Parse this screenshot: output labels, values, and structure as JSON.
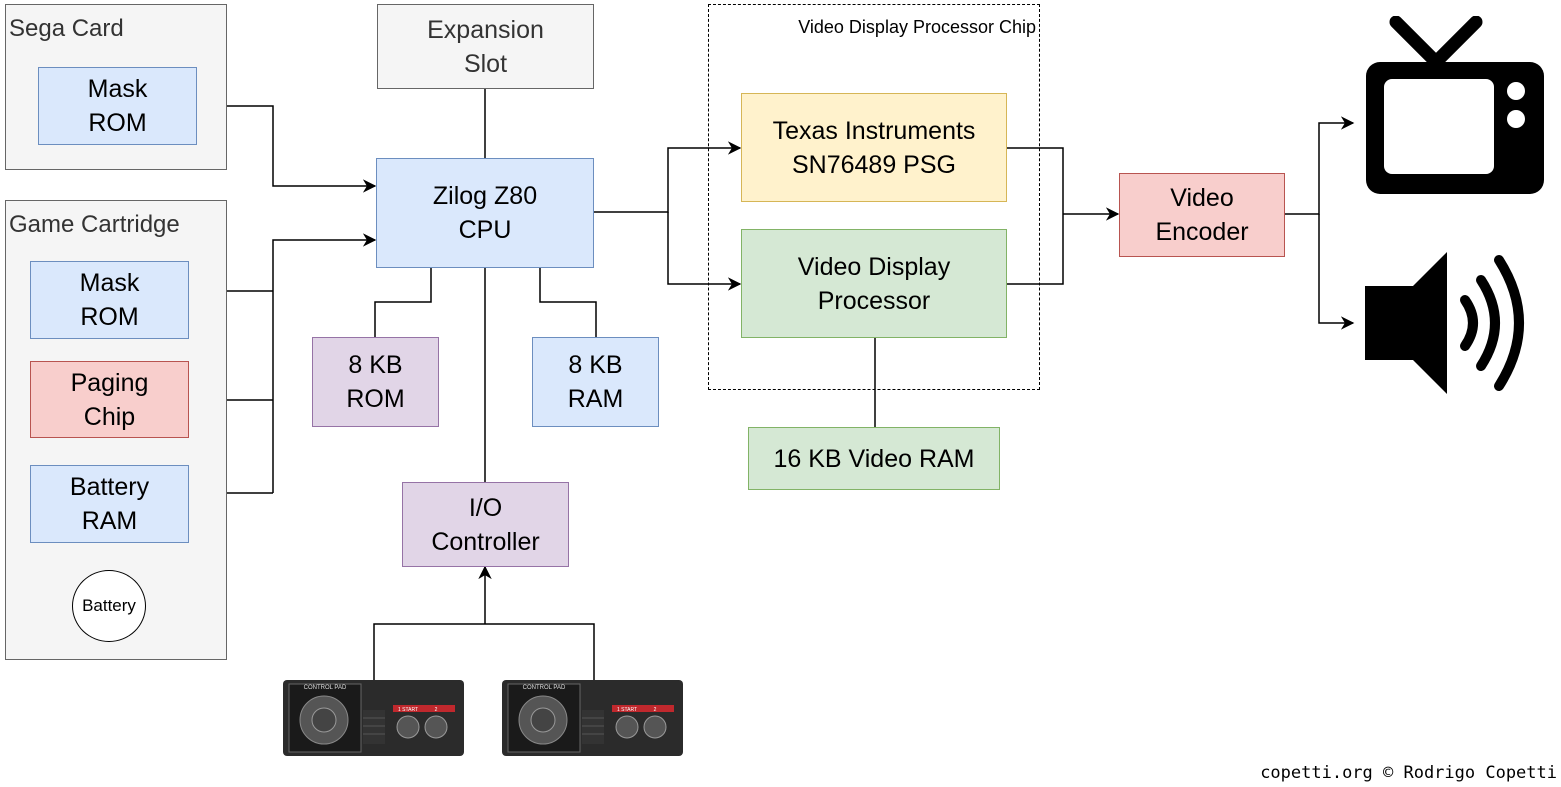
{
  "groups": {
    "sega_card": {
      "label": "Sega Card"
    },
    "game_cartridge": {
      "label": "Game Cartridge"
    },
    "vdp_chip": {
      "label": "Video Display Processor Chip"
    }
  },
  "blocks": {
    "sega_card_mask_rom": "Mask\nROM",
    "cart_mask_rom": "Mask\nROM",
    "paging_chip": "Paging\nChip",
    "battery_ram": "Battery\nRAM",
    "battery": "Battery",
    "expansion_slot": "Expansion\nSlot",
    "cpu": "Zilog Z80\nCPU",
    "rom_8kb": "8 KB\nROM",
    "ram_8kb": "8 KB\nRAM",
    "io_controller": "I/O\nController",
    "psg": "Texas Instruments\nSN76489 PSG",
    "vdp": "Video Display\nProcessor",
    "vram": "16 KB Video RAM",
    "video_encoder": "Video\nEncoder"
  },
  "controllers": {
    "title": "CONTROL PAD",
    "start_label": "1 START",
    "button_2_label": "2"
  },
  "icons": {
    "tv": "tv-icon",
    "speaker": "speaker-icon",
    "controller": "controller-icon"
  },
  "colors": {
    "blue_fill": "#dae8fc",
    "red_fill": "#f8cecc",
    "purple_fill": "#e1d5e7",
    "yellow_fill": "#fff2cc",
    "green_fill": "#d5e8d4",
    "grey_fill": "#f5f5f5"
  },
  "credit": "copetti.org © Rodrigo Copetti"
}
